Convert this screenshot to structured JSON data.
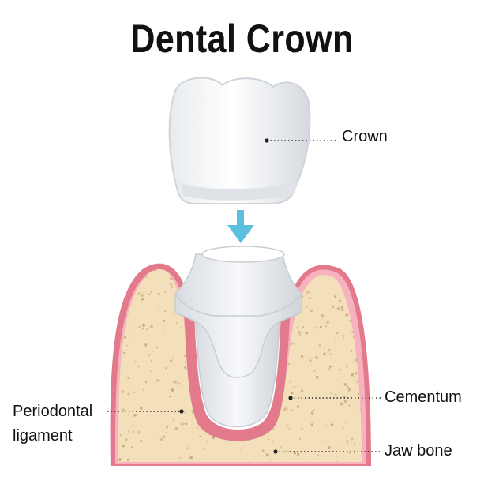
{
  "title": "Dental Crown",
  "labels": {
    "crown": "Crown",
    "cementum": "Cementum",
    "jaw_bone": "Jaw bone",
    "periodontal_line1": "Periodontal",
    "periodontal_line2": "ligament"
  },
  "colors": {
    "crown_fill": "#f4f6f8",
    "crown_shade": "#d9dde2",
    "arrow": "#5bbfe0",
    "gum": "#e37a8c",
    "gum_light": "#f6b3bf",
    "bone": "#f4dfbb",
    "bone_speckle": "#c9a679",
    "leader_line": "#333333"
  },
  "icons": {
    "arrow": "down-arrow-icon"
  }
}
